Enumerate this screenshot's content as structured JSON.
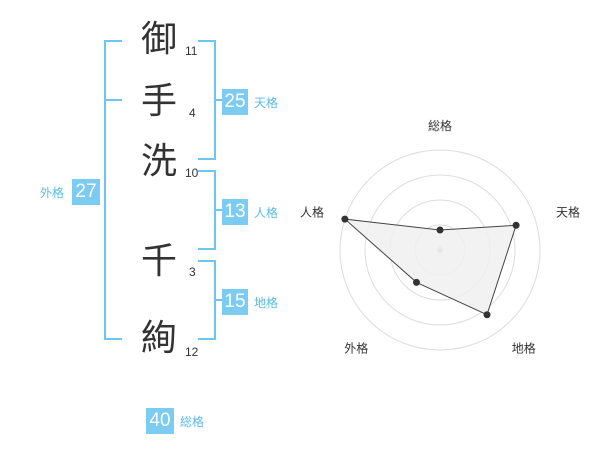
{
  "name": {
    "characters": [
      {
        "char": "御",
        "strokes": "11"
      },
      {
        "char": "手",
        "strokes": "4"
      },
      {
        "char": "洗",
        "strokes": "10"
      },
      {
        "char": "千",
        "strokes": "3"
      },
      {
        "char": "絢",
        "strokes": "12"
      }
    ]
  },
  "fortunes": {
    "tenkaku": {
      "label": "天格",
      "value": "25"
    },
    "jinkaku": {
      "label": "人格",
      "value": "13"
    },
    "chikaku": {
      "label": "地格",
      "value": "15"
    },
    "gaikaku": {
      "label": "外格",
      "value": "27"
    },
    "soukaku": {
      "label": "総格",
      "value": "40"
    }
  },
  "colors": {
    "accent": "#7ccbf0",
    "accent_text": "#5bbce8",
    "text": "#333333",
    "radar_fill": "#f0f0f0",
    "radar_grid": "#dddddd"
  },
  "chart_data": {
    "type": "radar",
    "axes": [
      "総格",
      "天格",
      "地格",
      "外格",
      "人格"
    ],
    "values": [
      1,
      4,
      4,
      2,
      5
    ],
    "max": 5,
    "rings": 4
  }
}
